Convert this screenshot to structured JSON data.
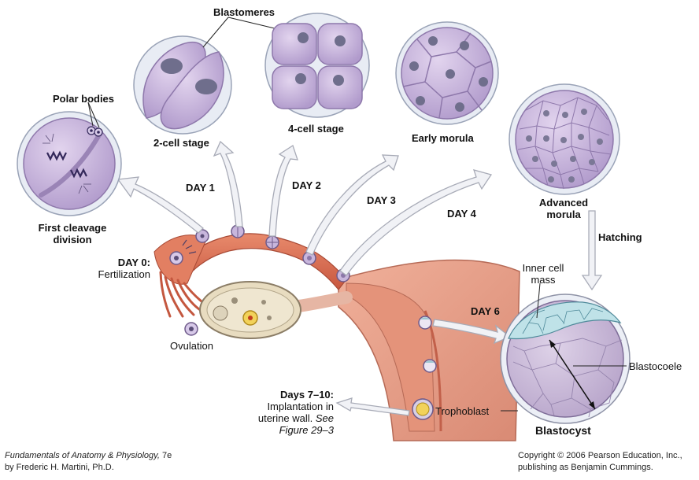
{
  "labels": {
    "blastomeres": "Blastomeres",
    "polar_bodies": "Polar bodies",
    "two_cell": "2-cell stage",
    "four_cell": "4-cell stage",
    "early_morula": "Early morula",
    "advanced_morula_1": "Advanced",
    "advanced_morula_2": "morula",
    "first_cleavage_1": "First cleavage",
    "first_cleavage_2": "division",
    "day1": "DAY 1",
    "day2": "DAY 2",
    "day3": "DAY 3",
    "day4": "DAY 4",
    "day0": "DAY 0:",
    "fertilization": "Fertilization",
    "hatching": "Hatching",
    "inner_cell_1": "Inner cell",
    "inner_cell_2": "mass",
    "day6": "DAY 6",
    "blastocoele": "Blastocoele",
    "ovulation": "Ovulation",
    "days7_10": "Days 7–10:",
    "implantation_1": "Implantation in",
    "implantation_2": "uterine wall.",
    "implantation_see": "See",
    "implantation_3": "Figure 29–3",
    "trophoblast": "Trophoblast",
    "blastocyst": "Blastocyst"
  },
  "credits": {
    "book_title": "Fundamentals of Anatomy & Physiology,",
    "edition": "7e",
    "author": "by Frederic H. Martini, Ph.D.",
    "copyright_1": "Copyright © 2006 Pearson Education, Inc.,",
    "copyright_2": "publishing as Benjamin Cummings."
  },
  "colors": {
    "cell_fill": "#c9b6dc",
    "cell_stroke": "#8e78ab",
    "zona": "#e4e8f2",
    "nucleus": "#6d6c8a",
    "tube": "#d9745a",
    "tube_dark": "#b65440",
    "arrow": "#f2f3f7",
    "arrow_stroke": "#a9acb8",
    "icm": "#bfe0e6"
  }
}
